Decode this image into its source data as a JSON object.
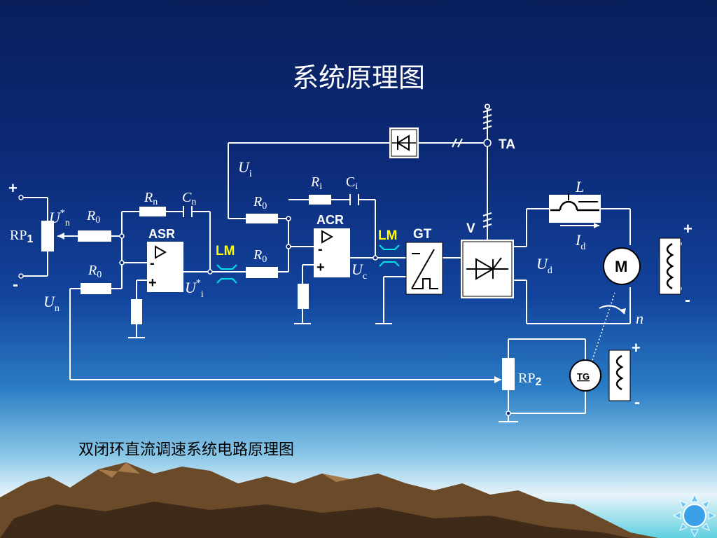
{
  "slide": {
    "title": "系统原理图",
    "caption": "双闭环直流调速系统电路原理图"
  },
  "diagram": {
    "labels": {
      "plus_left": "+",
      "minus_left": "-",
      "rp1": "RP",
      "rp1_sub": "1",
      "un_star": "U",
      "un_star_sup": "*",
      "un_star_sub": "n",
      "r0_a": "R",
      "r0_sub": "0",
      "r0_b": "R",
      "un": "U",
      "un_sub": "n",
      "rn": "R",
      "rn_sub": "n",
      "cn": "C",
      "cn_sub": "n",
      "asr": "ASR",
      "asr_minus": "-",
      "asr_plus": "+",
      "asr_out_plus": "+",
      "ui_star": "U",
      "ui_star_sup": "*",
      "ui_star_sub": "i",
      "lm1": "LM",
      "r0_c": "R",
      "r0_d": "R",
      "ui": "U",
      "ui_sub": "i",
      "ri": "R",
      "ri_sub": "i",
      "ci": "C",
      "ci_sub": "i",
      "acr": "ACR",
      "acr_minus": "-",
      "acr_plus": "+",
      "acr_out_plus": "+",
      "uc": "U",
      "uc_sub": "c",
      "lm2": "LM",
      "gt": "GT",
      "v": "V",
      "ta": "TA",
      "l": "L",
      "id": "I",
      "id_sub": "d",
      "ud": "U",
      "ud_sub": "d",
      "motor": "M",
      "motor_plus": "+",
      "motor_minus": "-",
      "n": "n",
      "rp2": "RP",
      "rp2_sub": "2",
      "tg": "TG",
      "tg_plus": "+",
      "tg_minus": "-"
    }
  },
  "colors": {
    "wire": "#ffffff",
    "lm": "#ffff00",
    "lm_icon": "#00e5e5",
    "component_fill": "#ffffff",
    "block_fill": "#0c2a78"
  }
}
